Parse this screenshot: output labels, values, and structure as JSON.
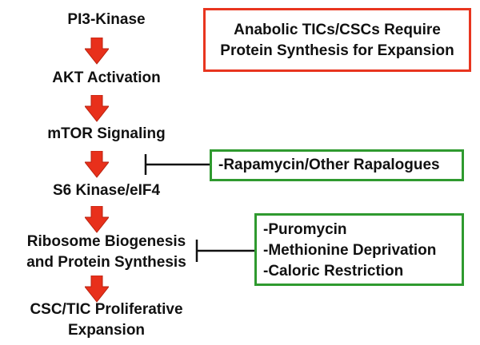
{
  "colors": {
    "arrow": "#e8301b",
    "arrow_stroke": "#b8220f",
    "red_box": "#e8351f",
    "green_box": "#2f9a2f",
    "inhibitor": "#111111"
  },
  "pathway": {
    "steps": [
      {
        "id": "pi3k",
        "lines": [
          "PI3-Kinase"
        ]
      },
      {
        "id": "akt",
        "lines": [
          "AKT Activation"
        ]
      },
      {
        "id": "mtor",
        "lines": [
          "mTOR Signaling"
        ]
      },
      {
        "id": "s6k",
        "lines": [
          "S6 Kinase/eIF4"
        ]
      },
      {
        "id": "ribosome",
        "lines": [
          "Ribosome Biogenesis",
          "and Protein Synthesis"
        ]
      },
      {
        "id": "expansion",
        "lines": [
          "CSC/TIC Proliferative",
          "Expansion"
        ]
      }
    ]
  },
  "callout": {
    "lines": [
      "Anabolic TICs/CSCs Require",
      "Protein Synthesis for Expansion"
    ]
  },
  "inhibitor_boxes": [
    {
      "id": "rapamycin",
      "targets": "mTOR Signaling → S6 Kinase/eIF4",
      "lines": [
        "-Rapamycin/Other Rapalogues"
      ]
    },
    {
      "id": "translation",
      "targets": "Ribosome Biogenesis and Protein Synthesis",
      "lines": [
        "-Puromycin",
        "-Methionine Deprivation",
        "-Caloric Restriction"
      ]
    }
  ]
}
